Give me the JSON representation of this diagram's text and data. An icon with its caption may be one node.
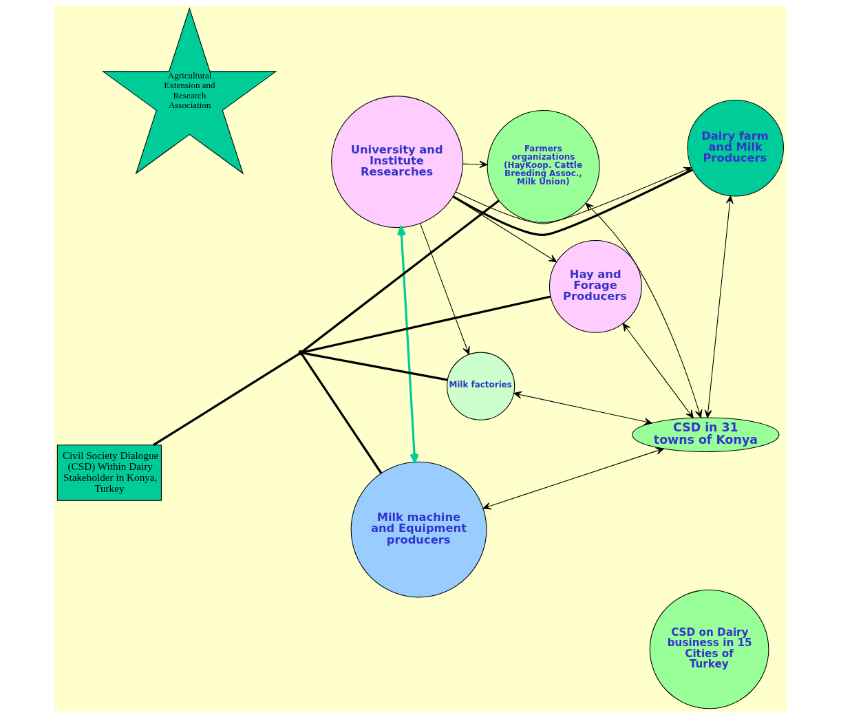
{
  "diagram": {
    "nodes": [
      {
        "text": [
          "Civil Society Dialogue (CSD) Within Dairy Stakeholder in Konya, Turkey"
        ]
      },
      {
        "text": [
          "CSD on Dairy business in 15 Cities of Turkey"
        ]
      },
      {
        "text": [
          "CSD in 31 towns of Konya"
        ]
      },
      {
        "text": [
          "Agricultural Extension and Research Association"
        ]
      },
      {
        "text": [
          "Dairy farm and Milk Producers"
        ]
      },
      {
        "text": [
          "University and Institute Researches"
        ]
      },
      {
        "text": [
          "Hay and Forage Producers"
        ]
      },
      {
        "text": [
          "Farmers organizations (HayKoop. Cattle Breeding Assoc., Milk Union)"
        ]
      },
      {
        "text": [
          "Milk factories"
        ]
      },
      {
        "text": [
          "Milk machine and Equipment producers"
        ]
      },
      {
        "text": [],
        "shape": "point"
      }
    ],
    "edges": [
      {
        "from": 0,
        "to": 10,
        "arrow": "none",
        "style": "thick"
      },
      {
        "from": 4,
        "to": 5,
        "arrow": "none",
        "style": "thick"
      },
      {
        "from": 10,
        "to": 6,
        "arrow": "none",
        "style": "thick"
      },
      {
        "from": 10,
        "to": 7,
        "arrow": "none",
        "style": "thick"
      },
      {
        "from": 10,
        "to": 8,
        "arrow": "none",
        "style": "thick"
      },
      {
        "from": 10,
        "to": 9,
        "arrow": "none",
        "style": "thick"
      },
      {
        "from": 2,
        "to": 4,
        "arrow": "both"
      },
      {
        "from": 2,
        "to": 6,
        "arrow": "both"
      },
      {
        "from": 2,
        "to": 7,
        "arrow": "both"
      },
      {
        "from": 2,
        "to": 8,
        "arrow": "both"
      },
      {
        "from": 2,
        "to": 9,
        "arrow": "both"
      },
      {
        "from": 5,
        "to": 4,
        "arrow": "to"
      },
      {
        "from": 5,
        "to": 6,
        "arrow": "to"
      },
      {
        "from": 5,
        "to": 7,
        "arrow": "to"
      },
      {
        "from": 5,
        "to": 8,
        "arrow": "to"
      },
      {
        "from": 5,
        "to": 9,
        "arrow": "both",
        "style": "thick",
        "color": "#00cc99"
      }
    ]
  }
}
